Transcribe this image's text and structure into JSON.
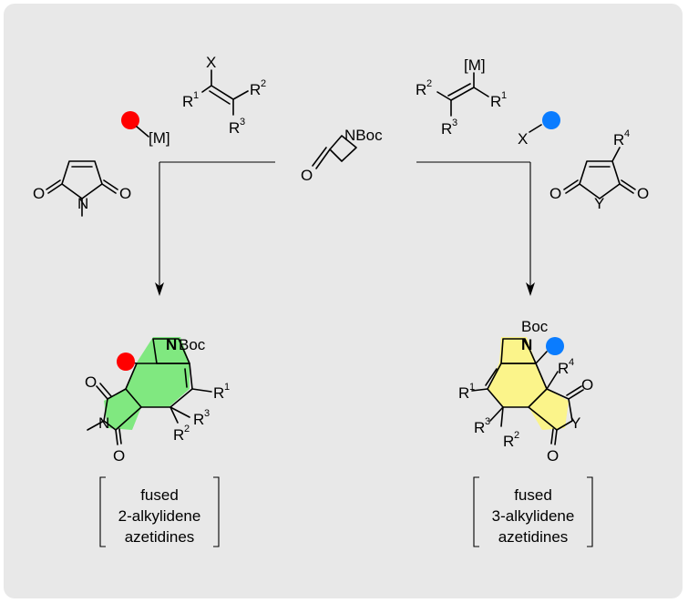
{
  "colors": {
    "panel_background": "#e8e8e8",
    "red_dot": "#ff0000",
    "blue_dot": "#0a7cff",
    "green_fill": "#80e880",
    "yellow_fill": "#fbf48a"
  },
  "labels": {
    "x": "X",
    "r": "R",
    "metal": "[M]",
    "nboc": "NBoc",
    "boc": "Boc",
    "n": "N",
    "o": "O",
    "y": "Y",
    "one": "1",
    "two": "2",
    "three": "3",
    "four": "4"
  },
  "captions": {
    "left": [
      "fused",
      "2-alkylidene",
      "azetidines"
    ],
    "right": [
      "fused",
      "3-alkylidene",
      "azetidines"
    ]
  }
}
